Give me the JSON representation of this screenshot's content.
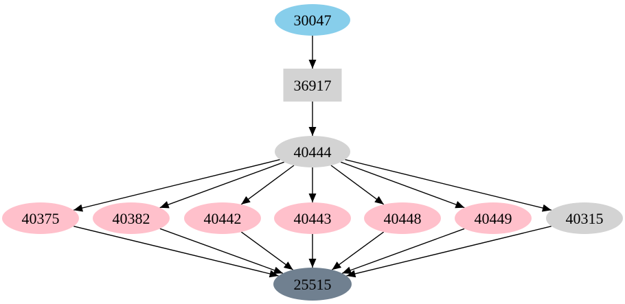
{
  "palette": {
    "background": "#ffffff",
    "edge": "#000000",
    "text": "#000000",
    "root_fill": "#87ceeb",
    "neutral_fill": "#d3d3d3",
    "leaf_fill": "#ffc0cb",
    "sink_fill": "#708090"
  },
  "graph": {
    "type": "directed-graph",
    "nodes": [
      {
        "id": "30047",
        "label": "30047",
        "shape": "ellipse",
        "fill": "#87ceeb"
      },
      {
        "id": "36917",
        "label": "36917",
        "shape": "box",
        "fill": "#d3d3d3"
      },
      {
        "id": "40444",
        "label": "40444",
        "shape": "ellipse",
        "fill": "#d3d3d3"
      },
      {
        "id": "40375",
        "label": "40375",
        "shape": "ellipse",
        "fill": "#ffc0cb"
      },
      {
        "id": "40382",
        "label": "40382",
        "shape": "ellipse",
        "fill": "#ffc0cb"
      },
      {
        "id": "40442",
        "label": "40442",
        "shape": "ellipse",
        "fill": "#ffc0cb"
      },
      {
        "id": "40443",
        "label": "40443",
        "shape": "ellipse",
        "fill": "#ffc0cb"
      },
      {
        "id": "40448",
        "label": "40448",
        "shape": "ellipse",
        "fill": "#ffc0cb"
      },
      {
        "id": "40449",
        "label": "40449",
        "shape": "ellipse",
        "fill": "#ffc0cb"
      },
      {
        "id": "40315",
        "label": "40315",
        "shape": "ellipse",
        "fill": "#d3d3d3"
      },
      {
        "id": "25515",
        "label": "25515",
        "shape": "ellipse",
        "fill": "#708090"
      }
    ],
    "edges": [
      {
        "from": "30047",
        "to": "36917"
      },
      {
        "from": "36917",
        "to": "40444"
      },
      {
        "from": "40444",
        "to": "40375"
      },
      {
        "from": "40444",
        "to": "40382"
      },
      {
        "from": "40444",
        "to": "40442"
      },
      {
        "from": "40444",
        "to": "40443"
      },
      {
        "from": "40444",
        "to": "40448"
      },
      {
        "from": "40444",
        "to": "40449"
      },
      {
        "from": "40444",
        "to": "40315"
      },
      {
        "from": "40375",
        "to": "25515"
      },
      {
        "from": "40382",
        "to": "25515"
      },
      {
        "from": "40442",
        "to": "25515"
      },
      {
        "from": "40443",
        "to": "25515"
      },
      {
        "from": "40448",
        "to": "25515"
      },
      {
        "from": "40449",
        "to": "25515"
      },
      {
        "from": "40315",
        "to": "25515"
      }
    ]
  }
}
